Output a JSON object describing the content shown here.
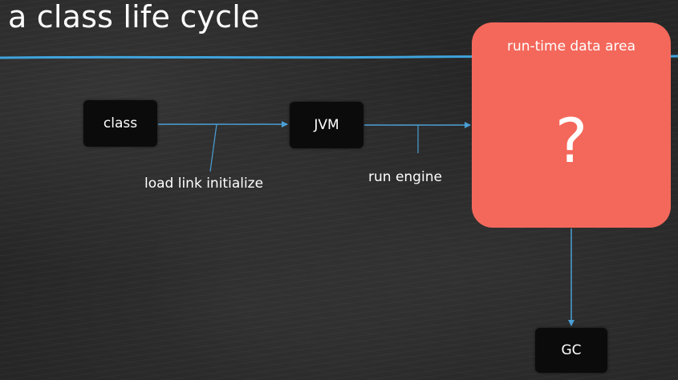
{
  "slide": {
    "title": "a class life cycle"
  },
  "diagram": {
    "nodes": {
      "class": "class",
      "jvm": "JVM",
      "runtime_area": "run-time data area",
      "runtime_placeholder": "?",
      "gc": "GC"
    },
    "edge_labels": {
      "class_to_jvm": "load link initialize",
      "jvm_to_runtime": "run engine"
    }
  },
  "colors": {
    "background": "#262626",
    "title_rule": "#3fa3dc",
    "connector": "#4a9fd6",
    "runtime_box": "#f4685b",
    "node_fill": "#0b0b0b",
    "text": "#ffffff"
  }
}
